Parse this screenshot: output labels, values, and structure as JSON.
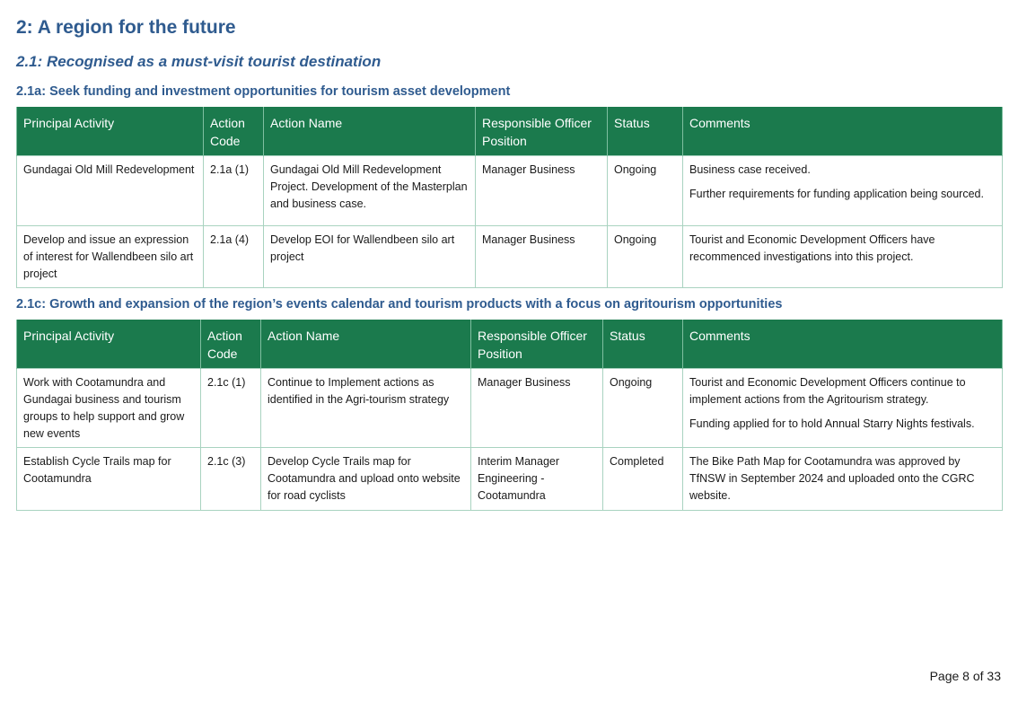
{
  "section_title": "2: A region for the future",
  "subsection_title": "2.1: Recognised as a must-visit tourist destination",
  "tables": [
    {
      "heading": "2.1a: Seek funding and investment opportunities for tourism asset development",
      "headers": [
        "Principal Activity",
        "Action Code",
        "Action Name",
        "Responsible Officer Position",
        "Status",
        "Comments"
      ],
      "rows": [
        {
          "activity": "Gundagai Old Mill Redevelopment",
          "code": "2.1a (1)",
          "action": "Gundagai Old Mill Redevelopment Project. Development of the Masterplan and business case.",
          "officer": "Manager Business",
          "status": "Ongoing",
          "comments": [
            "Business case received.",
            "Further requirements for funding application being sourced."
          ]
        },
        {
          "activity": "Develop and issue an expression of interest for Wallendbeen silo art project",
          "code": "2.1a (4)",
          "action": "Develop EOI for Wallendbeen silo art project",
          "officer": "Manager Business",
          "status": "Ongoing",
          "comments": [
            "Tourist and Economic Development Officers have recommenced investigations into this project."
          ]
        }
      ]
    },
    {
      "heading": "2.1c: Growth and expansion of the region’s events calendar and tourism products with a focus on agritourism opportunities",
      "headers": [
        "Principal Activity",
        "Action Code",
        "Action Name",
        "Responsible Officer Position",
        "Status",
        "Comments"
      ],
      "rows": [
        {
          "activity": "Work with Cootamundra and Gundagai business and tourism groups to help support and grow new events",
          "code": "2.1c (1)",
          "action": "Continue to Implement actions as identified in the Agri-tourism strategy",
          "officer": "Manager Business",
          "status": "Ongoing",
          "comments": [
            "Tourist and Economic Development Officers continue to implement actions from the Agritourism strategy.",
            "Funding applied for to hold Annual Starry Nights festivals."
          ]
        },
        {
          "activity": "Establish Cycle Trails map for Cootamundra",
          "code": "2.1c (3)",
          "action": "Develop Cycle Trails map for Cootamundra and upload onto website for road cyclists",
          "officer": "Interim Manager Engineering - Cootamundra",
          "status": "Completed",
          "comments": [
            "The Bike Path Map for Cootamundra was approved by TfNSW in September 2024 and uploaded onto the CGRC website."
          ]
        }
      ]
    }
  ],
  "footer": "Page 8 of 33",
  "colors": {
    "heading": "#2f5b8f",
    "table_header_bg": "#1b7a4d",
    "table_border": "#a9d3c0"
  }
}
